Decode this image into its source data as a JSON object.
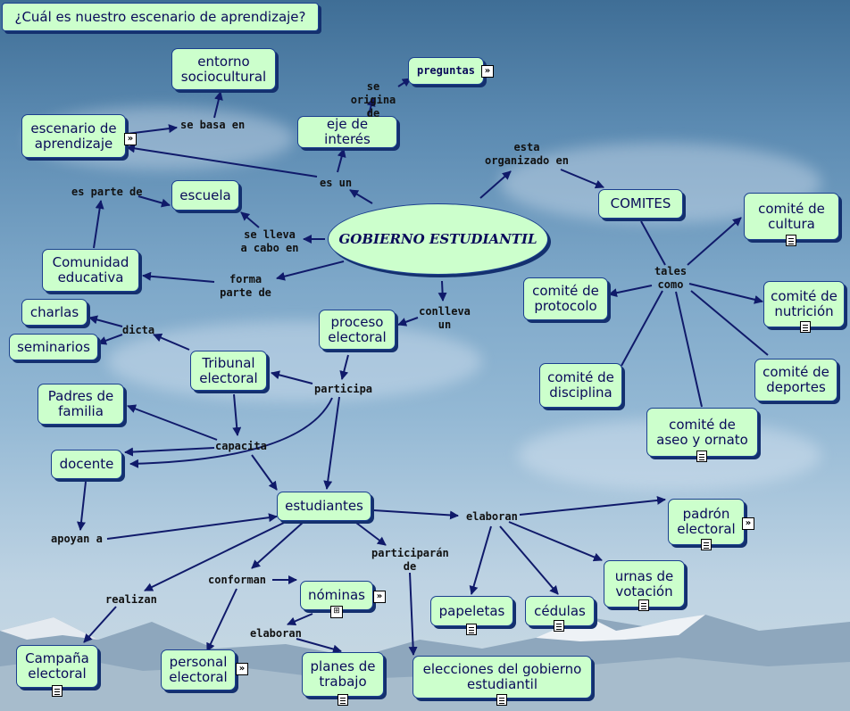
{
  "question": "¿Cuál es nuestro escenario de aprendizaje?",
  "central": "GOBIERNO ESTUDIANTIL",
  "nodes": {
    "entorno": "entorno sociocultural",
    "preguntas": "preguntas",
    "escenario": "escenario de aprendizaje",
    "eje": "eje de interés",
    "escuela": "escuela",
    "comites": "COMITES",
    "comunidad": "Comunidad educativa",
    "charlas": "charlas",
    "seminarios": "seminarios",
    "proceso": "proceso electoral",
    "tribunal": "Tribunal electoral",
    "padres": "Padres de familia",
    "docente": "docente",
    "estudiantes": "estudiantes",
    "campana": "Campaña electoral",
    "personal": "personal electoral",
    "nominas": "nóminas",
    "planes": "planes de trabajo",
    "elecciones": "elecciones del gobierno estudiantil",
    "papeletas": "papeletas",
    "cedulas": "cédulas",
    "urnas": "urnas de votación",
    "padron": "padrón electoral",
    "cultura": "comité de cultura",
    "protocolo": "comité de protocolo",
    "nutricion": "comité de nutrición",
    "disciplina": "comité de disciplina",
    "deportes": "comité de deportes",
    "aseo": "comité de aseo y ornato"
  },
  "labels": {
    "se_basa_en": "se basa en",
    "se_origina_de": "se origina de",
    "es_un": "es un",
    "esta_organizado_en": "esta organizado en",
    "es_parte_de": "es parte de",
    "se_lleva_a_cabo_en": "se lleva a cabo en",
    "forma_parte_de": "forma parte de",
    "conlleva_un": "conlleva un",
    "dicta": "dicta",
    "participa": "participa",
    "capacita": "capacita",
    "apoyan_a": "apoyan a",
    "elaboran_1": "elaboran",
    "participaran_de": "participarán de",
    "realizan": "realizan",
    "conforman": "conforman",
    "elaboran_2": "elaboran",
    "tales_como": "tales como"
  },
  "icons": {
    "expand": "double-chevron-icon",
    "document": "document-icon",
    "hierarchy": "hierarchy-icon"
  },
  "colors": {
    "node_fill": "#ccffcc",
    "node_border": "#1b3f8f",
    "link": "#101a6a"
  }
}
